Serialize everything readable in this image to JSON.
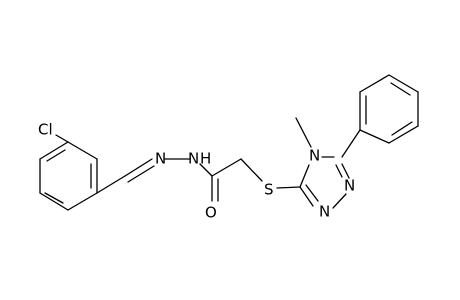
{
  "molecule": {
    "atom_labels": {
      "chlorine": "Cl",
      "hydrazone_n": "N",
      "amide_n": "N",
      "amide_h": "H",
      "carbonyl_o": "O",
      "thioether_s": "S",
      "triazole_n4": "N",
      "triazole_n1": "N",
      "triazole_n2": "N"
    },
    "colors": {
      "bond": "#000000",
      "text": "#000000",
      "background": "#ffffff"
    }
  }
}
